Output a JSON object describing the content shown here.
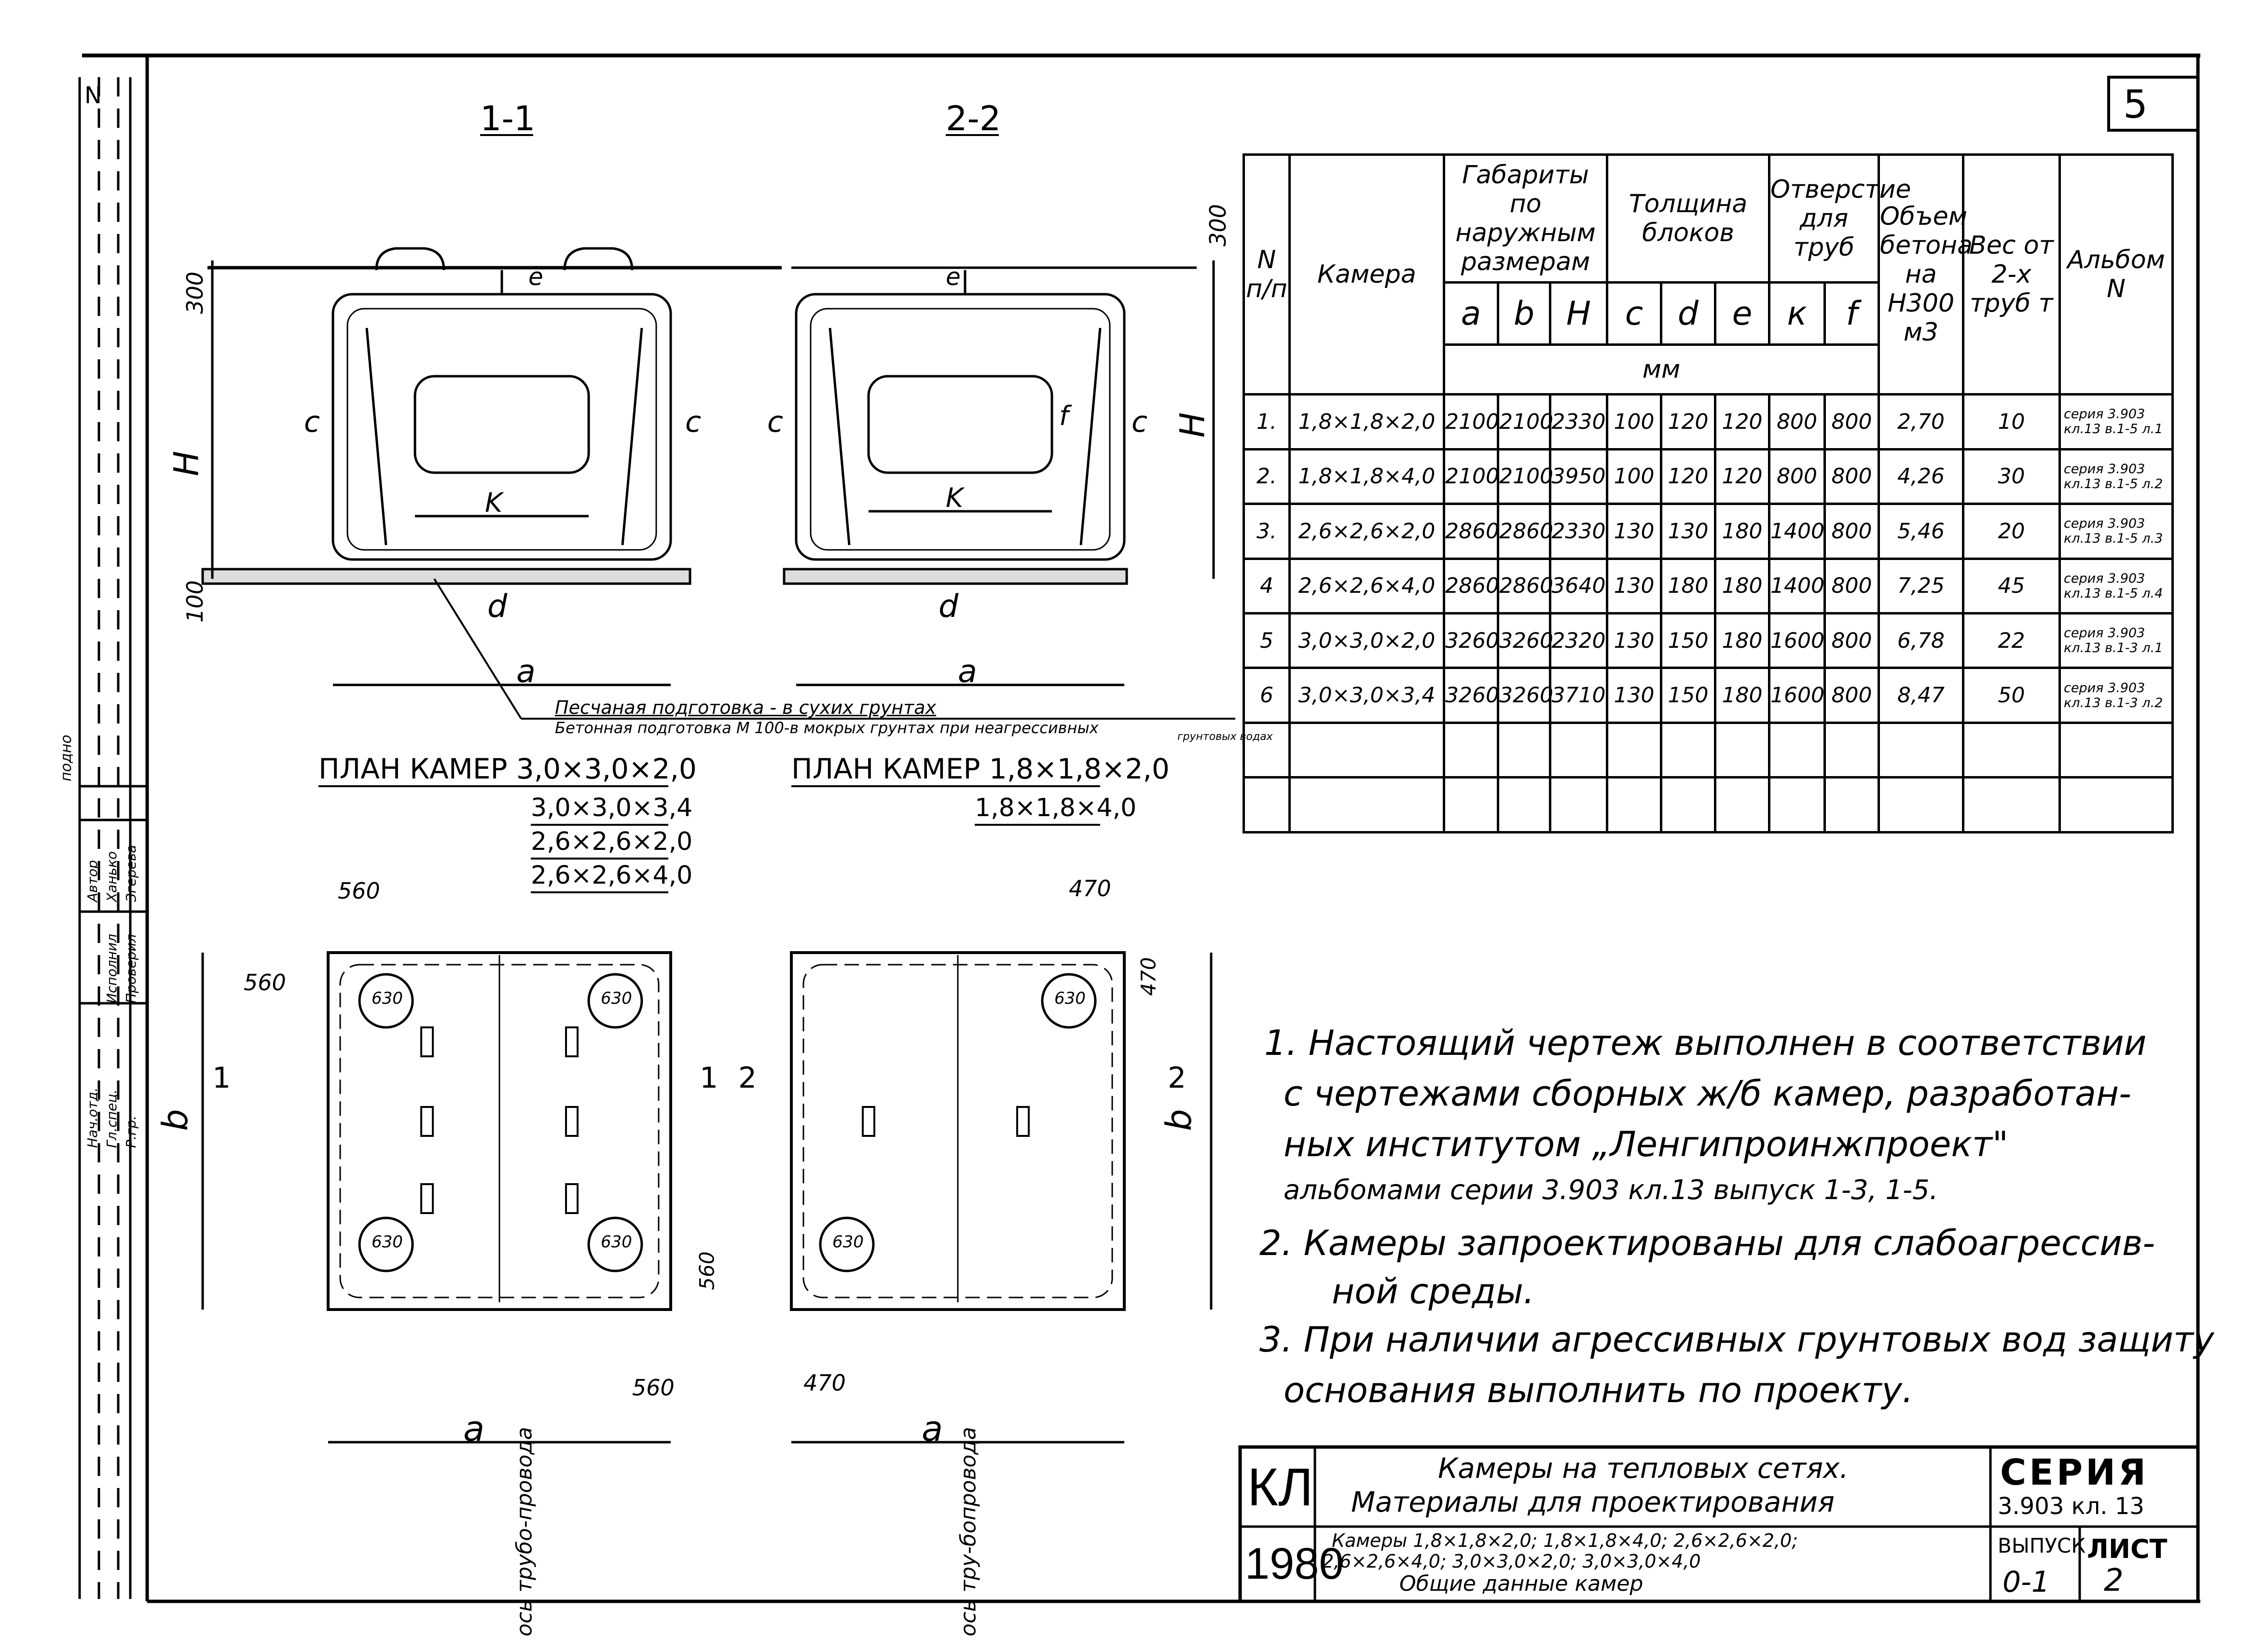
{
  "sheet_number": "5",
  "sections": {
    "section_1": "1-1",
    "section_2": "2-2",
    "dim_300_left": "300",
    "dim_300_right": "300",
    "dim_H": "H",
    "dim_100": "100",
    "dim_c": "c",
    "dim_e": "e",
    "dim_f": "f",
    "dim_k": "K",
    "dim_d": "d",
    "dim_a": "a",
    "note_sand": "Песчаная подготовка - в сухих грунтах",
    "note_concrete": "Бетонная подготовка М 100-в мокрых грунтах при неагрессивных",
    "note_concrete_2": "грунтовых водах"
  },
  "plans": {
    "plan_left_title": "ПЛАН КАМЕР 3,0×3,0×2,0",
    "plan_left_sizes": [
      "3,0×3,0×3,4",
      "2,6×2,6×2,0",
      "2,6×2,6×4,0"
    ],
    "plan_right_title": "ПЛАН КАМЕР 1,8×1,8×2,0",
    "plan_right_sizes": [
      "1,8×1,8×4,0"
    ],
    "dim_560": "560",
    "dim_470": "470",
    "dim_630": "630",
    "dim_b": "b",
    "dim_a": "a",
    "mark_1": "1",
    "mark_2": "2",
    "axis_label_1": "ось трубо-провода",
    "axis_label_2": "ось тру-бопровода"
  },
  "table": {
    "head": {
      "num": "N п/п",
      "camera": "Камера",
      "gabarity": "Габариты по наружным размерам",
      "tolshchina": "Толщина блоков",
      "otverstie": "Отверстие для труб",
      "volume": "Объем бетона на Н300 м3",
      "ves": "Вес от 2-х труб т",
      "album": "Альбом N",
      "units": "мм",
      "sym": [
        "a",
        "b",
        "H",
        "c",
        "d",
        "e",
        "к",
        "f"
      ]
    },
    "rows": [
      {
        "n": "1.",
        "cam": "1,8×1,8×2,0",
        "a": "2100",
        "b": "2100",
        "H": "2330",
        "c": "100",
        "d": "120",
        "e": "120",
        "k": "800",
        "f": "800",
        "vol": "2,70",
        "w": "10",
        "alb": "серия 3.903 кл.13 в.1-5 л.1"
      },
      {
        "n": "2.",
        "cam": "1,8×1,8×4,0",
        "a": "2100",
        "b": "2100",
        "H": "3950",
        "c": "100",
        "d": "120",
        "e": "120",
        "k": "800",
        "f": "800",
        "vol": "4,26",
        "w": "30",
        "alb": "серия 3.903 кл.13 в.1-5 л.2"
      },
      {
        "n": "3.",
        "cam": "2,6×2,6×2,0",
        "a": "2860",
        "b": "2860",
        "H": "2330",
        "c": "130",
        "d": "130",
        "e": "180",
        "k": "1400",
        "f": "800",
        "vol": "5,46",
        "w": "20",
        "alb": "серия 3.903 кл.13 в.1-5 л.3"
      },
      {
        "n": "4",
        "cam": "2,6×2,6×4,0",
        "a": "2860",
        "b": "2860",
        "H": "3640",
        "c": "130",
        "d": "180",
        "e": "180",
        "k": "1400",
        "f": "800",
        "vol": "7,25",
        "w": "45",
        "alb": "серия 3.903 кл.13 в.1-5 л.4"
      },
      {
        "n": "5",
        "cam": "3,0×3,0×2,0",
        "a": "3260",
        "b": "3260",
        "H": "2320",
        "c": "130",
        "d": "150",
        "e": "180",
        "k": "1600",
        "f": "800",
        "vol": "6,78",
        "w": "22",
        "alb": "серия 3.903 кл.13 в.1-3 л.1"
      },
      {
        "n": "6",
        "cam": "3,0×3,0×3,4",
        "a": "3260",
        "b": "3260",
        "H": "3710",
        "c": "130",
        "d": "150",
        "e": "180",
        "k": "1600",
        "f": "800",
        "vol": "8,47",
        "w": "50",
        "alb": "серия 3.903 кл.13 в.1-3 л.2"
      }
    ]
  },
  "notes": [
    "1. Настоящий чертеж выполнен в соответствии",
    "с чертежами сборных ж/б камер, разработан-",
    "ных институтом „Ленгипроинжпроект\"",
    "альбомами серии 3.903 кл.13 выпуск 1-3, 1-5.",
    "2. Камеры запроектированы для слабоагрессив-",
    "ной среды.",
    "3. При наличии агрессивных грунтовых вод защиту",
    "основания выполнить по проекту."
  ],
  "title_block": {
    "code": "КЛ",
    "year": "1980",
    "title_1": "Камеры на тепловых сетях.",
    "title_2": "Материалы для проектирования",
    "desc_1": "Камеры 1,8×1,8×2,0; 1,8×1,8×4,0; 2,6×2,6×2,0;",
    "desc_2": "2,6×2,6×4,0; 3,0×3,0×2,0; 3,0×3,0×4,0",
    "desc_3": "Общие данные камер",
    "series_label": "СЕРИЯ",
    "series_value": "3.903 кл. 13",
    "issue_label": "ВЫПУСК",
    "issue_value": "0-1",
    "sheet_label": "ЛИСТ",
    "sheet_value": "2"
  },
  "left_stamp": {
    "num": "N",
    "cells": [
      "подно",
      "Автор",
      "Ханько",
      "Згерева",
      "Нач.отд.",
      "Гл.спец.",
      "Р.гр.",
      "Исполнил",
      "Проверил"
    ]
  }
}
